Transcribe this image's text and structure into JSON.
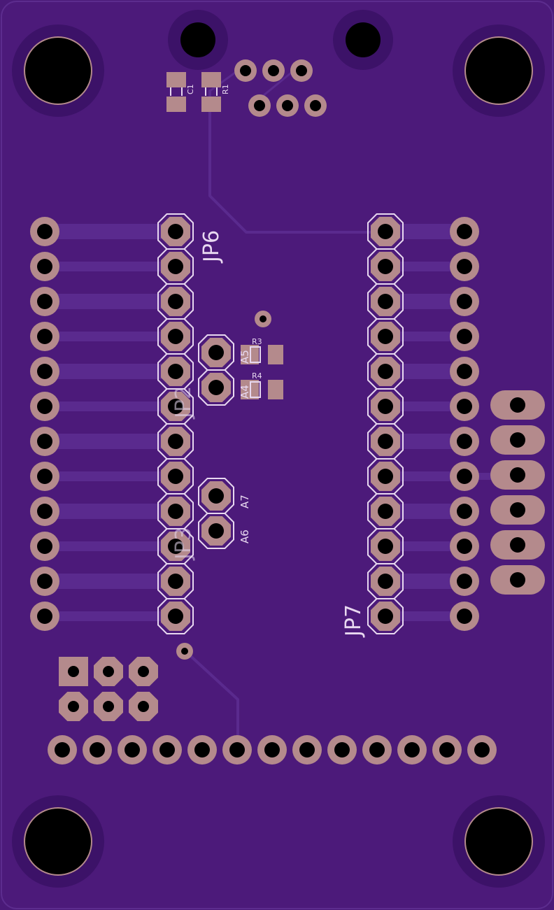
{
  "colors": {
    "board": "#4a1a78",
    "board_edge": "#3c1268",
    "copper_trace": "#5a2a8e",
    "pad": "#b48a8c",
    "hole": "#000000",
    "silkscreen": "#e8d8f0"
  },
  "labels": {
    "jp6": "JP6",
    "jp7": "JP7",
    "jp2": "JP2",
    "jp3": "JP3",
    "c1": "C1",
    "r1": "R1",
    "r3": "R3",
    "r4": "R4",
    "a5": "A5",
    "a4": "A4",
    "a7": "A7",
    "a6": "A6"
  }
}
